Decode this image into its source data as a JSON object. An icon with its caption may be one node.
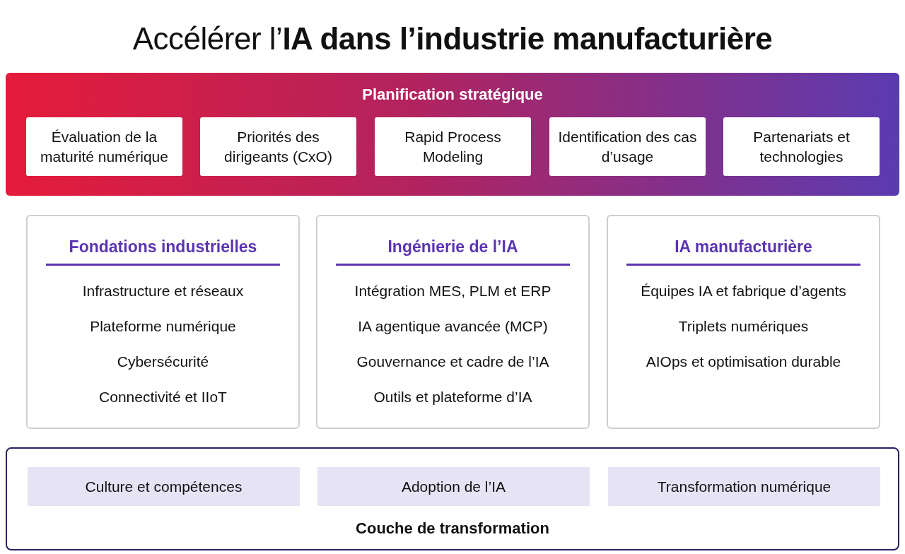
{
  "diagram": {
    "title": "Accélérer l’**IA dans l’industrie manufacturière**",
    "nodes": [
      {
        "text": [
          "Planification stratégique"
        ]
      },
      {
        "text": [
          "Évaluation de la maturité numérique"
        ],
        "in": 0
      },
      {
        "text": [
          "Priorités des dirigeants (CxO)"
        ],
        "in": 0
      },
      {
        "text": [
          "Rapid Process Modeling"
        ],
        "in": 0
      },
      {
        "text": [
          "Identification des cas d’usage"
        ],
        "in": 0
      },
      {
        "text": [
          "Partenariats et technologies"
        ],
        "in": 0
      },
      {
        "text": [
          "Fondations industrielles",
          "Infrastructure et réseaux",
          "Plateforme numérique",
          "Cybersécurité",
          "Connectivité et IIoT"
        ]
      },
      {
        "text": [
          "Ingénierie de l’IA",
          "Intégration MES, PLM et ERP",
          "IA agentique avancée (MCP)",
          "Gouvernance et cadre de l’IA",
          "Outils et plateforme d’IA"
        ]
      },
      {
        "text": [
          "IA manufacturière",
          "Équipes IA et fabrique d’agents",
          "Triplets numériques",
          "AIOps et optimisation durable"
        ]
      },
      {
        "text": [
          "Couche de transformation"
        ]
      },
      {
        "text": [
          "Culture et compétences"
        ],
        "in": 9
      },
      {
        "text": [
          "Adoption de l’IA"
        ],
        "in": 9
      },
      {
        "text": [
          "Transformation numérique"
        ],
        "in": 9
      }
    ],
    "edges": []
  }
}
